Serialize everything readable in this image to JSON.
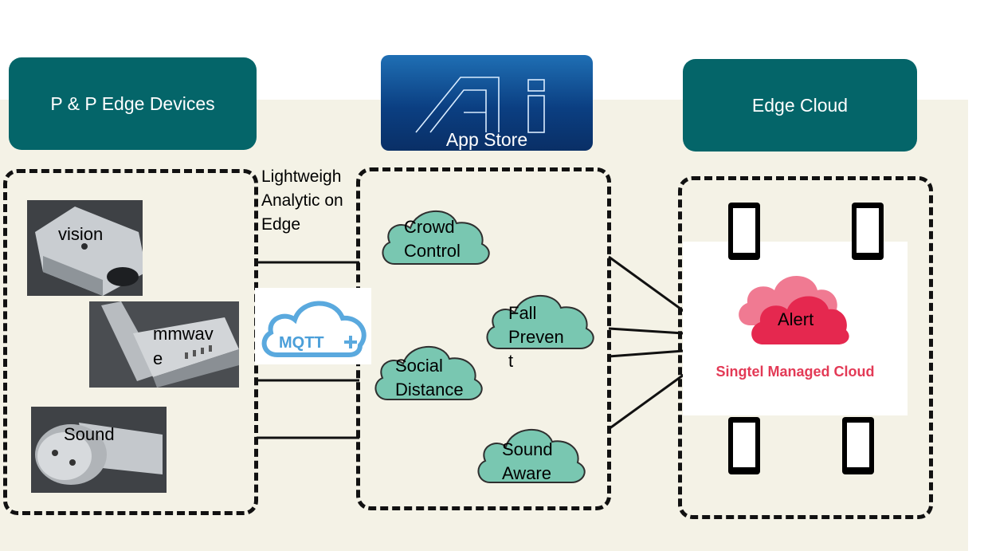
{
  "headers": {
    "edge_devices": "P & P Edge Devices",
    "edge_cloud": "Edge Cloud",
    "app_store": "App Store"
  },
  "lightweight_label": [
    "Lightweigh",
    "Analytic on",
    "Edge"
  ],
  "devices": {
    "vision": "vision",
    "mmwave_line1": "mmwav",
    "mmwave_line2": "e",
    "sound": "Sound"
  },
  "mqtt_label": "MQTT",
  "apps": {
    "crowd_control": [
      "Crowd",
      "Control"
    ],
    "social_distance": [
      "Social",
      "Distance"
    ],
    "fall_prevent": [
      "Fall",
      "Preven",
      "t"
    ],
    "sound_aware": [
      "Sound",
      "Aware"
    ]
  },
  "cloud": {
    "alert": "Alert",
    "provider": "Singtel Managed Cloud"
  },
  "colors": {
    "header_teal": "#046569",
    "app_cloud": "#79c7b1",
    "alert_red": "#e5284f",
    "background": "#f4f2e6"
  }
}
